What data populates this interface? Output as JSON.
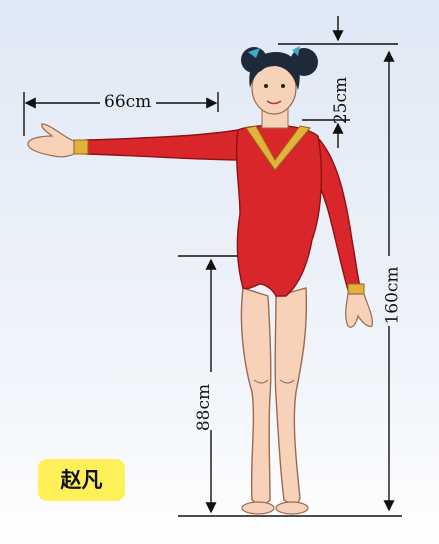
{
  "measurements": {
    "arm_span": "66cm",
    "head_height": "25cm",
    "leg_length": "88cm",
    "total_height": "160cm"
  },
  "name": "赵凡",
  "colors": {
    "background_top": "#e4ecf7",
    "leotard": "#d9262a",
    "skin": "#f7d2b8",
    "collar_trim": "#e2b23c",
    "hair": "#1e2a3a",
    "hair_tie": "#3fa9c9",
    "name_badge": "#fff05a",
    "dimension_lines": "#111111"
  }
}
